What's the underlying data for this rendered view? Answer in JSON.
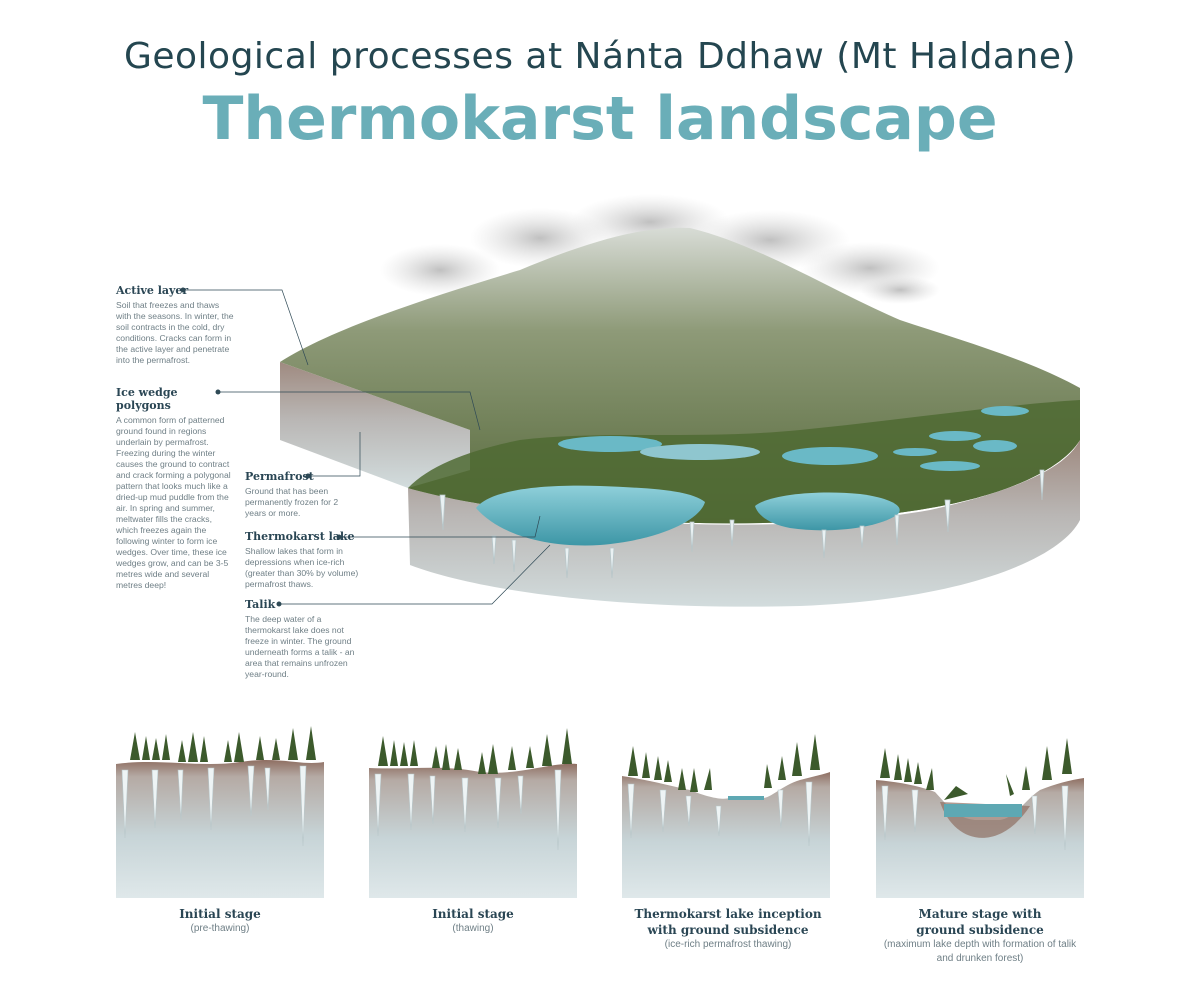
{
  "header": {
    "subtitle": "Geological processes at Nánta Ddhaw (Mt Haldane)",
    "title": "Thermokarst landscape"
  },
  "annotations": [
    {
      "title": "Active layer",
      "text": "Soil that freezes and thaws with the seasons. In winter, the soil contracts in the cold, dry conditions. Cracks can form  in the active layer and penetrate into the permafrost."
    },
    {
      "title": "Ice wedge polygons",
      "text": "A common form of patterned ground found in regions underlain by permafrost. Freezing during the winter causes the ground to contract and crack forming a polygonal pattern that looks much like a dried-up mud puddle from the air. In spring and summer, meltwater fills the cracks, which freezes again the following winter to form ice wedges. Over time, these ice wedges grow, and can be 3-5 metres wide and several metres deep!"
    },
    {
      "title": "Permafrost",
      "text": "Ground that has been permanently frozen for 2 years or more."
    },
    {
      "title": "Thermokarst lake",
      "text": "Shallow lakes that form in depressions when ice-rich (greater than 30% by volume) permafrost thaws."
    },
    {
      "title": "Talik",
      "text": "The deep water of a thermokarst lake does not freeze in winter. The ground underneath forms a talik - an area that remains unfrozen year-round."
    }
  ],
  "stages": [
    {
      "title": "Initial stage",
      "caption": "(pre-thawing)"
    },
    {
      "title": "Initial stage",
      "caption": "(thawing)"
    },
    {
      "title": "Thermokarst lake inception with ground subsidence",
      "caption": "(ice-rich permafrost thawing)"
    },
    {
      "title": "Mature stage with ground subsidence",
      "caption": "(maximum lake depth with formation of talik and drunken forest)"
    }
  ],
  "colors": {
    "title": "#6aaeb8",
    "subtitle": "#244650",
    "lake": "#6ab9c6",
    "soil": "#a98a78",
    "permafrost": "#c9d6d9",
    "vegetation": "#6f7f4f",
    "tree": "#3c5a2c"
  }
}
